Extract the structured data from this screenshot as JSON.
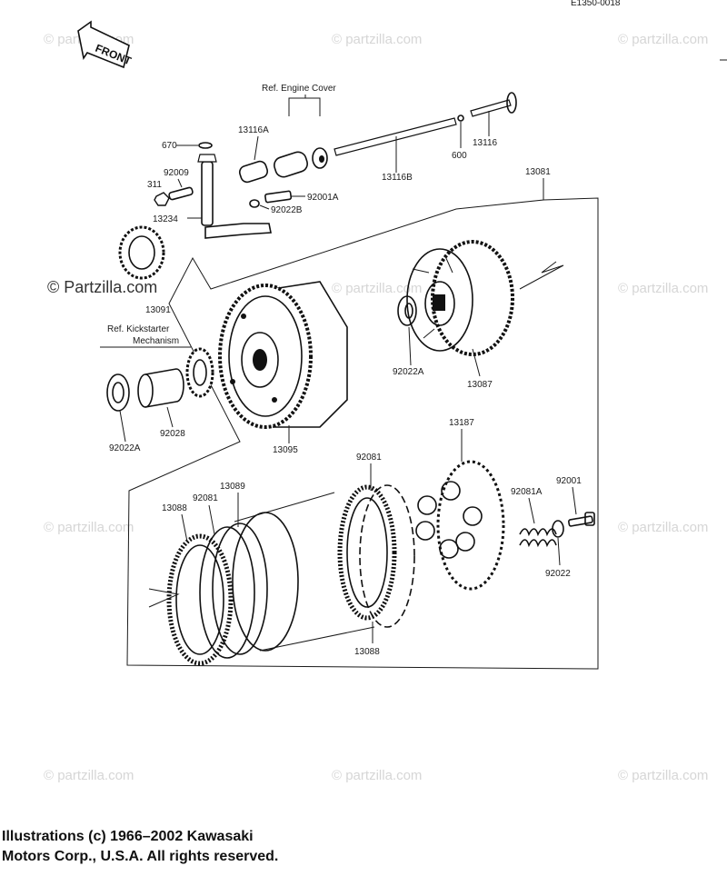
{
  "diagram_code": "E1350-0018",
  "front_label": "FRONT",
  "watermark": "© Partzilla.com",
  "watermark_small": "© partzilla.com",
  "labels": {
    "ref_engine_cover": "Ref. Engine Cover",
    "p670": "670",
    "p13116A": "13116A",
    "p92009": "92009",
    "p311": "311",
    "p13234": "13234",
    "p92001A": "92001A",
    "p92022B": "92022B",
    "p13116B": "13116B",
    "p600": "600",
    "p13116": "13116",
    "p13081": "13081",
    "p13091": "13091",
    "ref_kick_1": "Ref.  Kickstarter",
    "ref_kick_2": "Mechanism",
    "p92022A_left": "92022A",
    "p92028": "92028",
    "p13095": "13095",
    "p92022A_right": "92022A",
    "p13087": "13087",
    "p13187": "13187",
    "p92081_top": "92081",
    "p92081A": "92081A",
    "p92001": "92001",
    "p92022": "92022",
    "p13088_left": "13088",
    "p92081_left": "92081",
    "p13089": "13089",
    "p13088_bottom": "13088"
  },
  "copyright": {
    "line1": "Illustrations (c) 1966–2002 Kawasaki",
    "line2": "Motors Corp., U.S.A.  All rights reserved."
  }
}
